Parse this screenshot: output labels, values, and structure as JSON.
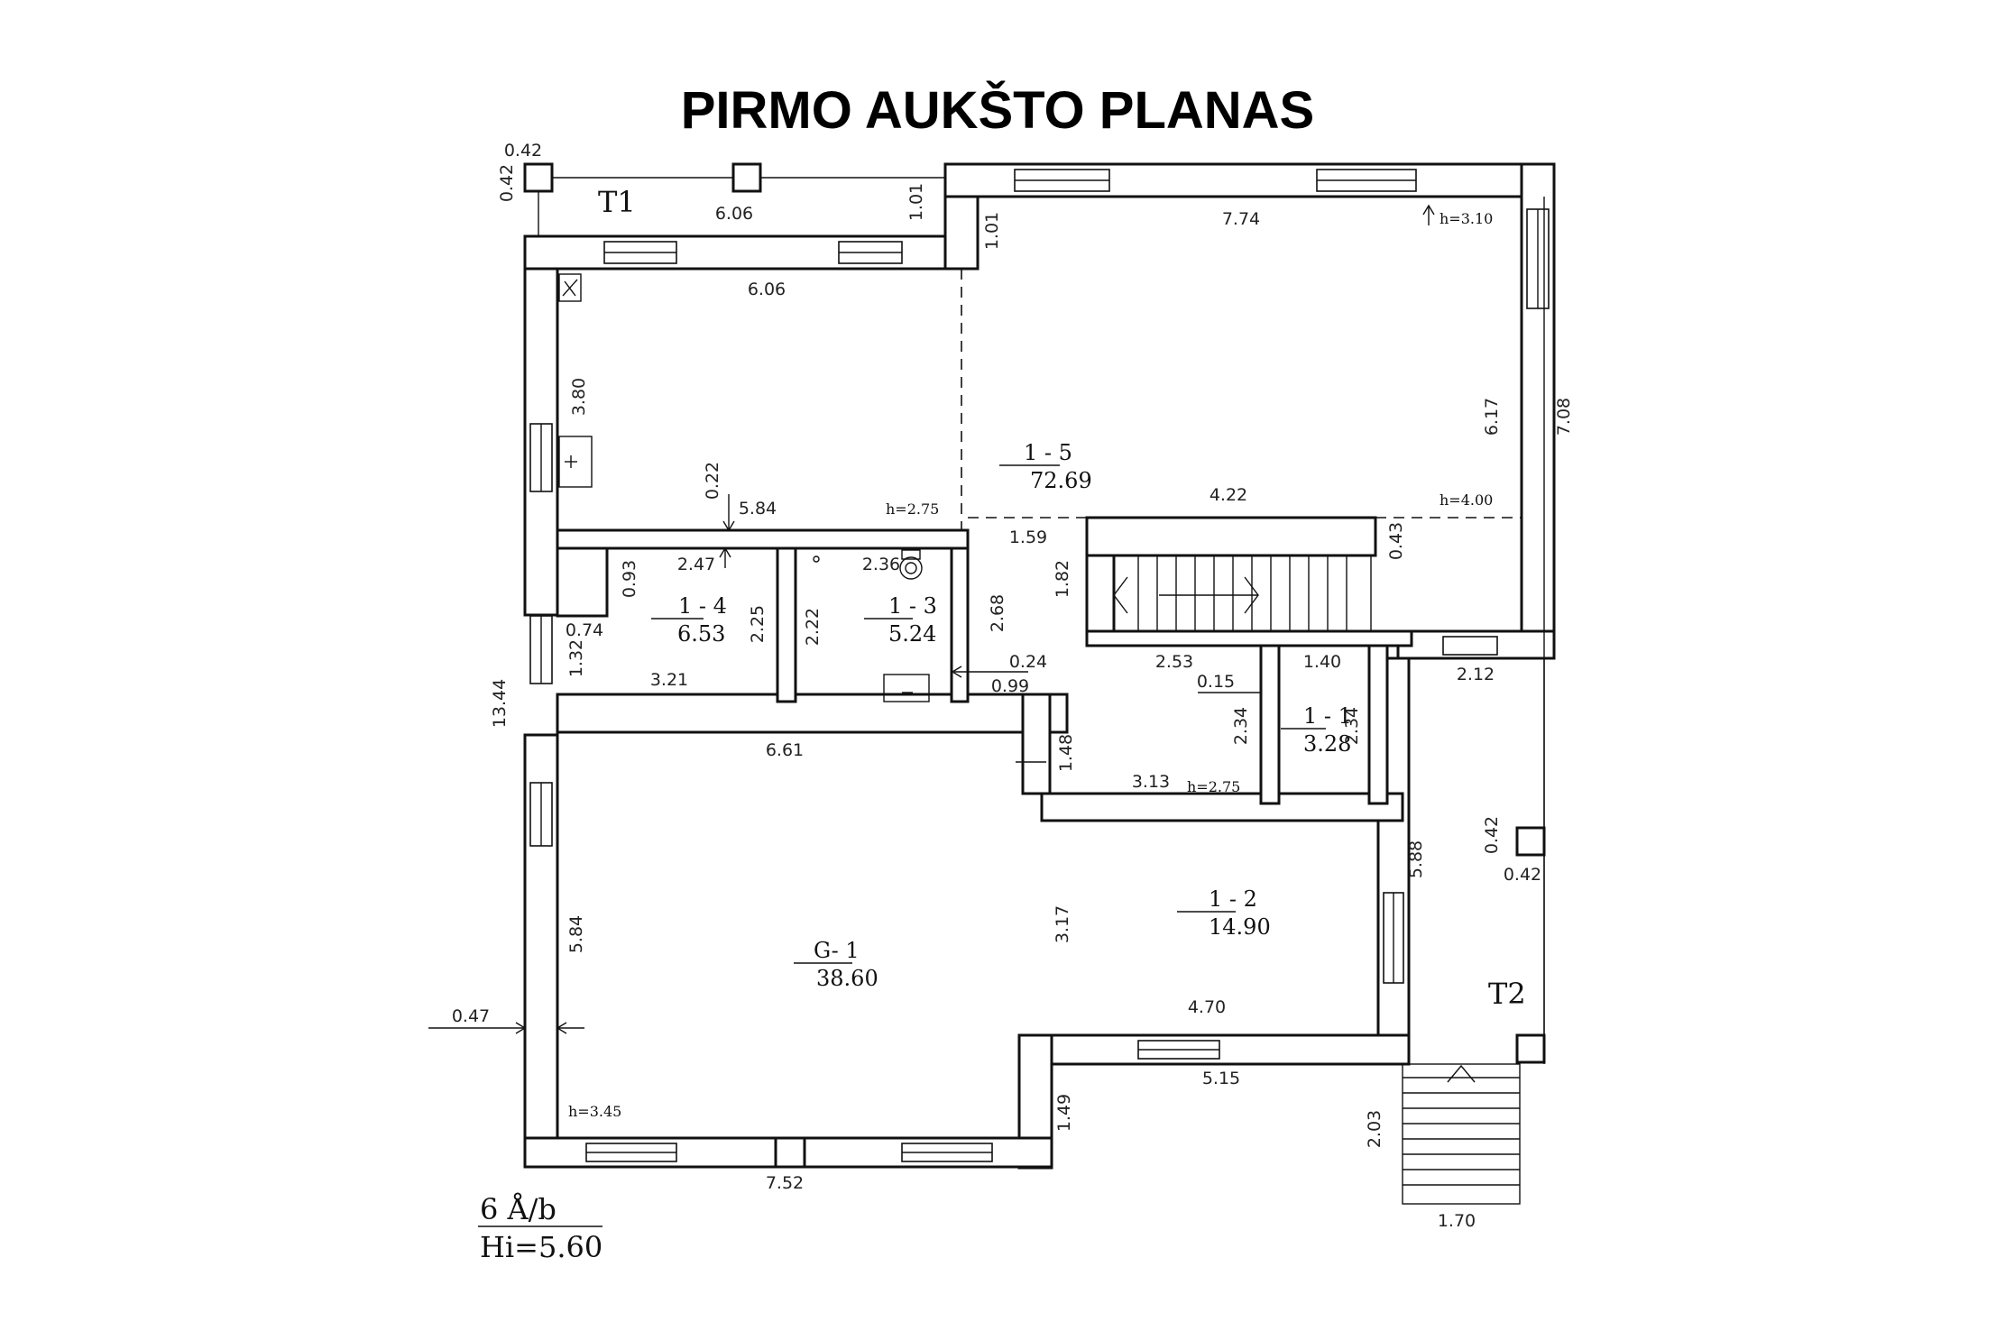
{
  "title": "PIRMO AUKŠTO PLANAS",
  "terraces": {
    "t1": "T1",
    "t2": "T2"
  },
  "rooms": [
    {
      "code": "1 - 5",
      "area": "72.69"
    },
    {
      "code": "1 - 4",
      "area": "6.53"
    },
    {
      "code": "1 - 3",
      "area": "5.24"
    },
    {
      "code": "1 - 1",
      "area": "3.28"
    },
    {
      "code": "1 - 2",
      "area": "14.90"
    },
    {
      "code": "G- 1",
      "area": "38.60"
    }
  ],
  "heights": {
    "h310": "h=3.10",
    "h275a": "h=2.75",
    "h400": "h=4.00",
    "h275b": "h=2.75",
    "h345": "h=3.45"
  },
  "dims": [
    "0.42",
    "0.42",
    "6.06",
    "1.01",
    "1.01",
    "7.74",
    "6.06",
    "3.80",
    "6.17",
    "7.08",
    "0.22",
    "5.84",
    "4.22",
    "0.43",
    "1.59",
    "1.82",
    "0.93",
    "2.47",
    "2.36",
    "2.25",
    "2.22",
    "2.68",
    "0.74",
    "1.32",
    "3.21",
    "0.24",
    "0.99",
    "2.53",
    "0.15",
    "1.40",
    "2.12",
    "2.34",
    "2.34",
    "13.44",
    "6.61",
    "1.48",
    "3.13",
    "0.42",
    "0.42",
    "5.88",
    "5.84",
    "3.17",
    "4.70",
    "0.47",
    "5.15",
    "1.49",
    "2.03",
    "7.52",
    "1.70"
  ],
  "legend": {
    "line1": "6 Å/b",
    "line2": "Hi=5.60"
  }
}
